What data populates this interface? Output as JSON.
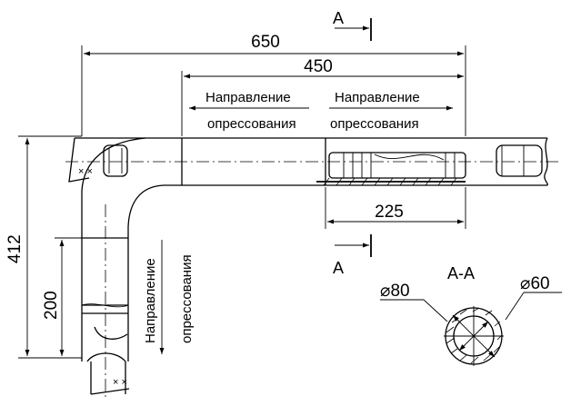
{
  "dimensions": {
    "total_length": "650",
    "pressed_length": "450",
    "sleeve_length": "225",
    "height": "412",
    "lower_length": "200"
  },
  "labels": {
    "pressing_direction_word1": "Направление",
    "pressing_direction_word2": "опрессования",
    "section_mark": "А",
    "section_title": "А-А",
    "outer_diameter": "⌀80",
    "inner_diameter": "⌀60",
    "cross_mark": "× ×"
  }
}
